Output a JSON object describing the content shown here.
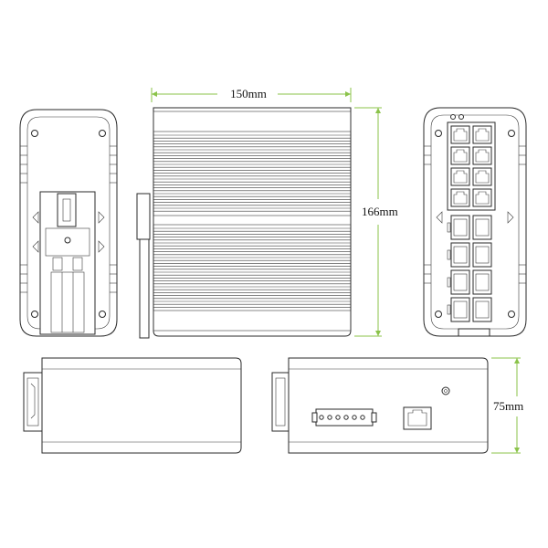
{
  "dimensions": {
    "width_label": "150mm",
    "height_label": "166mm",
    "depth_label": "75mm"
  },
  "colors": {
    "dimension_line": "#8bc34a",
    "outline": "#2a2a2a",
    "background": "#ffffff"
  },
  "views": {
    "left_side": "din-rail-side-view",
    "front": "heatsink-front-view",
    "right_side": "ports-side-view",
    "bottom_left": "bottom-view",
    "bottom_right": "connector-bottom-view"
  },
  "ports": {
    "top_rj45_count": 8,
    "sfp_count": 8,
    "bottom_rj45_count": 1,
    "terminal_pins": 6
  }
}
